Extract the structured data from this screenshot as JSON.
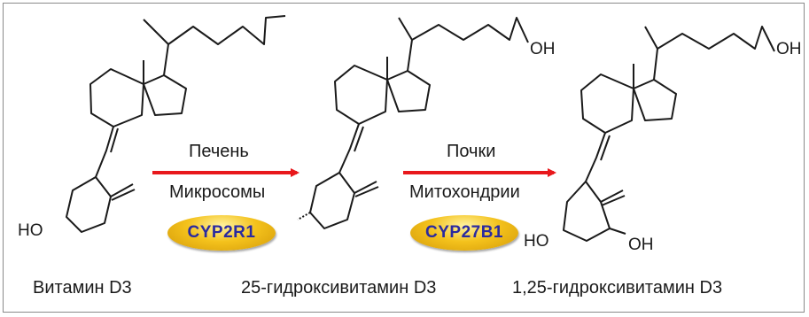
{
  "molecules": [
    {
      "name": "Витамин D3",
      "groups": [
        "HO"
      ]
    },
    {
      "name": "25-гидроксивитамин D3",
      "groups": [
        "OH"
      ]
    },
    {
      "name": "1,25-гидроксивитамин D3",
      "groups": [
        "OH",
        "HO",
        "OH"
      ]
    }
  ],
  "steps": [
    {
      "organ": "Печень",
      "location": "Микросомы",
      "enzyme": "CYP2R1"
    },
    {
      "organ": "Почки",
      "location": "Митохондрии",
      "enzyme": "CYP27B1"
    }
  ],
  "colors": {
    "arrow": "#e8181c",
    "enzyme_fill": "#f4c21c",
    "enzyme_text": "#2a2aa0",
    "bond": "#1a1a1a"
  }
}
